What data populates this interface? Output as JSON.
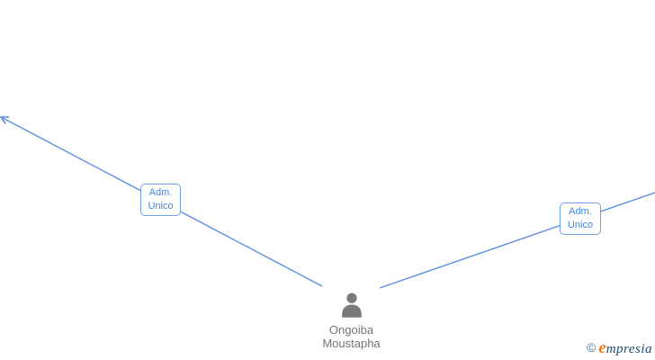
{
  "page": {
    "background": "#ffffff"
  },
  "colors": {
    "edge_line": "#5b8ee0",
    "label_border": "#6fa1e8",
    "label_text": "#4285e8",
    "person_icon": "#7a7a7a",
    "person_name_text": "#757575",
    "logo_copyright": "#44799f",
    "logo_e": "#ee7c26",
    "logo_rest": "#1d4a70"
  },
  "diagram": {
    "node": {
      "name_line1": "Ongoiba",
      "name_line2": "Moustapha"
    },
    "edges": [
      {
        "id": "edge-left",
        "label_line1": "Adm.",
        "label_line2": "Unico",
        "has_arrowhead": true,
        "direction": "to-upper-left-offscreen"
      },
      {
        "id": "edge-right",
        "label_line1": "Adm.",
        "label_line2": "Unico",
        "has_arrowhead": false,
        "direction": "to-right-offscreen"
      }
    ]
  },
  "footer": {
    "copyright_symbol": "©",
    "brand_initial": "e",
    "brand_rest": "mpresia"
  }
}
